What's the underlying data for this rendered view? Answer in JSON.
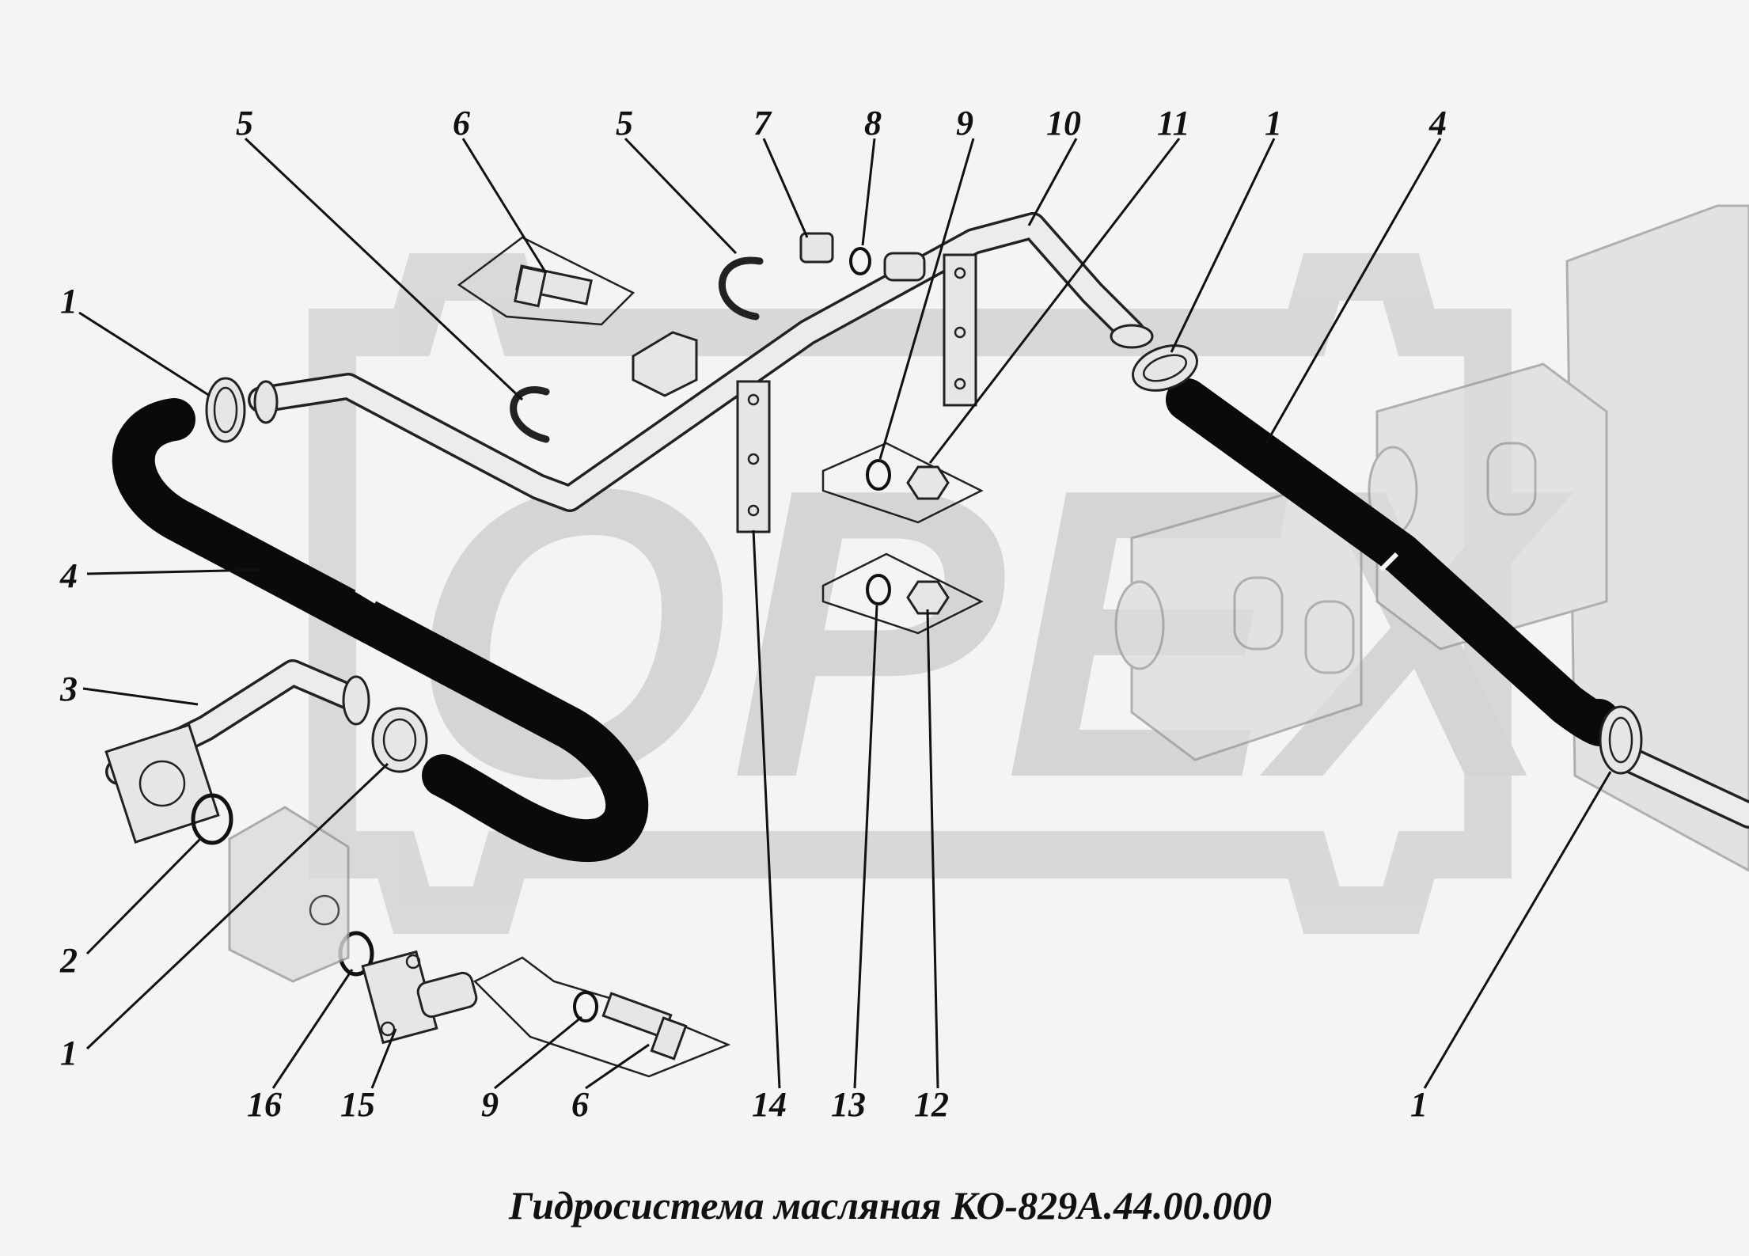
{
  "watermark": {
    "text": "OPEX",
    "color": "#d2d2d0"
  },
  "caption": "Гидросистема масляная КО-829А.44.00.000",
  "callouts": [
    {
      "id": "c5a",
      "text": "5"
    },
    {
      "id": "c6a",
      "text": "6"
    },
    {
      "id": "c5b",
      "text": "5"
    },
    {
      "id": "c7",
      "text": "7"
    },
    {
      "id": "c8",
      "text": "8"
    },
    {
      "id": "c9a",
      "text": "9"
    },
    {
      "id": "c10",
      "text": "10"
    },
    {
      "id": "c11",
      "text": "11"
    },
    {
      "id": "c1a",
      "text": "1"
    },
    {
      "id": "c4a",
      "text": "4"
    },
    {
      "id": "c1b",
      "text": "1"
    },
    {
      "id": "c4b",
      "text": "4"
    },
    {
      "id": "c3",
      "text": "3"
    },
    {
      "id": "c2",
      "text": "2"
    },
    {
      "id": "c1c",
      "text": "1"
    },
    {
      "id": "c16",
      "text": "16"
    },
    {
      "id": "c15",
      "text": "15"
    },
    {
      "id": "c9b",
      "text": "9"
    },
    {
      "id": "c6b",
      "text": "6"
    },
    {
      "id": "c14",
      "text": "14"
    },
    {
      "id": "c13",
      "text": "13"
    },
    {
      "id": "c12",
      "text": "12"
    },
    {
      "id": "c1d",
      "text": "1"
    }
  ]
}
